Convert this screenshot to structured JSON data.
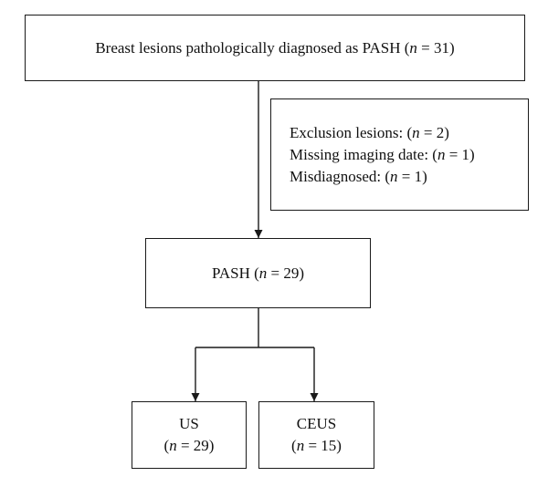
{
  "nodes": {
    "top": {
      "prefix": "Breast lesions pathologically diagnosed as PASH (",
      "n_label": "n",
      "suffix": " = 31)"
    },
    "exclusion": {
      "lines": [
        {
          "prefix": "Exclusion lesions: (",
          "n_label": "n",
          "suffix": " = 2)"
        },
        {
          "prefix": "Missing imaging date: (",
          "n_label": "n",
          "suffix": " = 1)"
        },
        {
          "prefix": "Misdiagnosed: (",
          "n_label": "n",
          "suffix": " = 1)"
        }
      ]
    },
    "pash": {
      "prefix": "PASH (",
      "n_label": "n",
      "suffix": " = 29)"
    },
    "us": {
      "title": "US",
      "prefix": "(",
      "n_label": "n",
      "suffix": " = 29)"
    },
    "ceus": {
      "title": "CEUS",
      "prefix": "(",
      "n_label": "n",
      "suffix": " = 15)"
    }
  },
  "colors": {
    "line": "#1a1a1a",
    "text": "#111111",
    "background": "#ffffff"
  }
}
